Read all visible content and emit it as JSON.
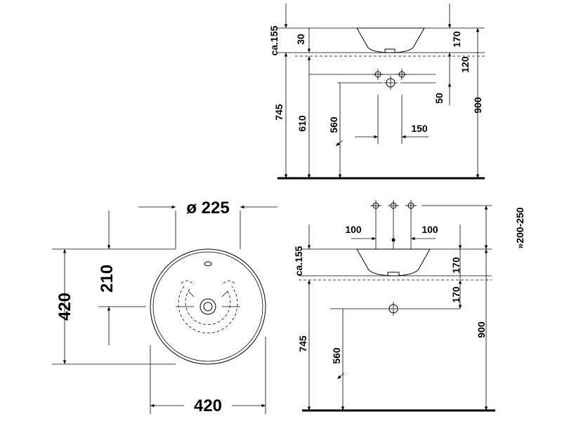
{
  "side_view": {
    "dims": {
      "ca155": "ca.155",
      "d30": "30",
      "d170": "170",
      "d120": "120",
      "d50": "50",
      "d900": "900",
      "d745": "745",
      "d610": "610",
      "d560": "560",
      "d150": "150"
    }
  },
  "plan_view": {
    "dims": {
      "diameter": "ø 225",
      "d210": "210",
      "d420_height": "420",
      "d420_width": "420"
    }
  },
  "front_view": {
    "dims": {
      "range": "»200-250",
      "d100_left": "100",
      "d100_right": "100",
      "ca155": "ca.155",
      "d170_top": "170",
      "d170_bottom": "170",
      "d900": "900",
      "d745": "745",
      "d560": "560"
    }
  }
}
